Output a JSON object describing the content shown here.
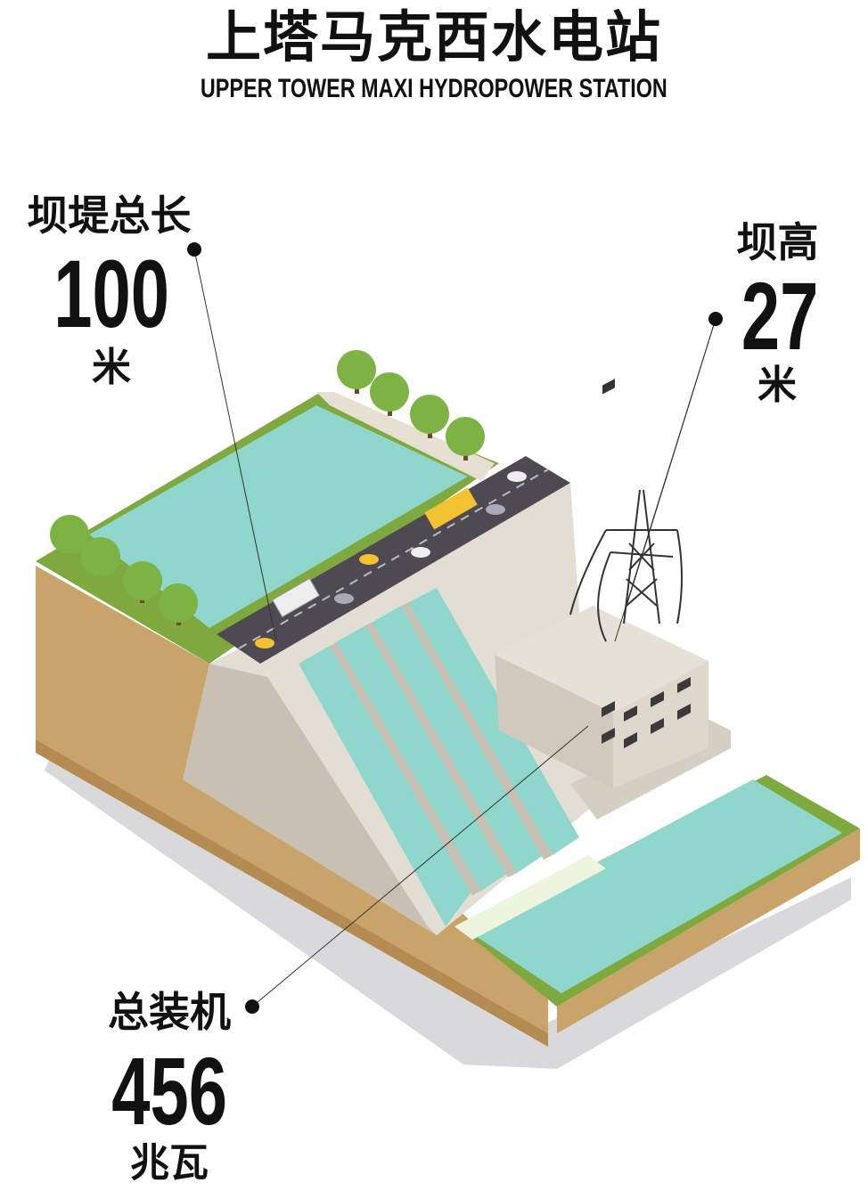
{
  "header": {
    "title_cn": "上塔马克西水电站",
    "title_en": "UPPER TOWER MAXI HYDROPOWER STATION"
  },
  "stats": {
    "dam_length": {
      "label": "坝堤总长",
      "value": "100",
      "unit": "米"
    },
    "dam_height": {
      "label": "坝高",
      "value": "27",
      "unit": "米"
    },
    "capacity": {
      "label": "总装机",
      "value": "456",
      "unit": "兆瓦"
    }
  },
  "colors": {
    "water": "#8fd6cc",
    "grass": "#7fa83e",
    "earth": "#c9a46a",
    "dam": "#e3ded4",
    "road": "#4e4a52",
    "shadow": "#d9d9db"
  }
}
